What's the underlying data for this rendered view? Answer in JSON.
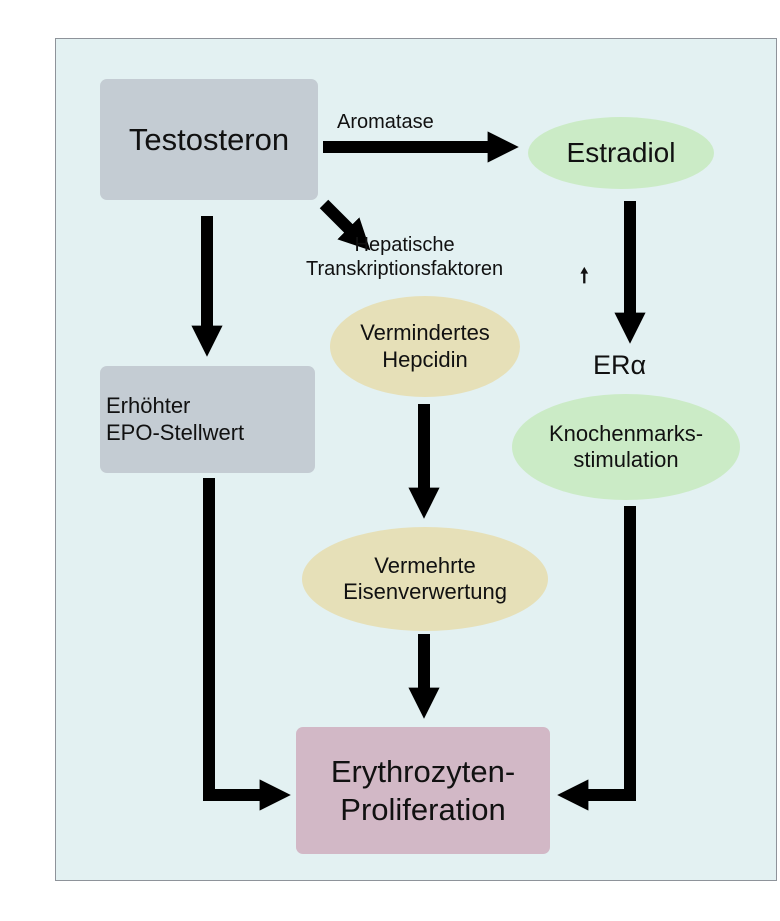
{
  "nodes": {
    "testosteron": "Testosteron",
    "estradiol": "Estradiol",
    "epo": "Erhöhter\nEPO-Stellwert",
    "hepcidin": "Vermindertes\nHepcidin",
    "knochenmark": "Knochenmarks-\nstimulation",
    "eisen": "Vermehrte\nEisenverwertung",
    "proliferation": "Erythrozyten-\nProliferation"
  },
  "labels": {
    "aromatase": "Aromatase",
    "hepatic": "Hepatische\nTranskriptionsfaktoren",
    "up_arrow": "🠕",
    "er_alpha": "ERα"
  },
  "colors": {
    "background": "#e3f1f2",
    "grey_box": "#c4ccd3",
    "green_ellipse": "#cbebc6",
    "tan_ellipse": "#e6e0b8",
    "mauve_box": "#d2b8c6",
    "arrow": "#000000"
  }
}
